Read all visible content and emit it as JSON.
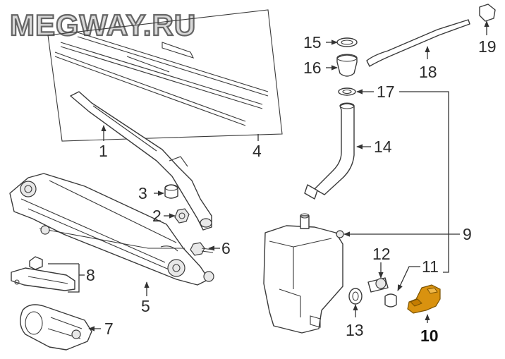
{
  "watermark": "MEGWAY.RU",
  "callouts": {
    "p1": "1",
    "p2": "2",
    "p3": "3",
    "p4": "4",
    "p5": "5",
    "p6": "6",
    "p7": "7",
    "p8": "8",
    "p9": "9",
    "p10": "10",
    "p11": "11",
    "p12": "12",
    "p13": "13",
    "p14": "14",
    "p15": "15",
    "p16": "16",
    "p17": "17",
    "p18": "18",
    "p19": "19"
  },
  "colors": {
    "highlight_part": "#d9920f",
    "line": "#333333"
  },
  "highlighted_part": "10"
}
